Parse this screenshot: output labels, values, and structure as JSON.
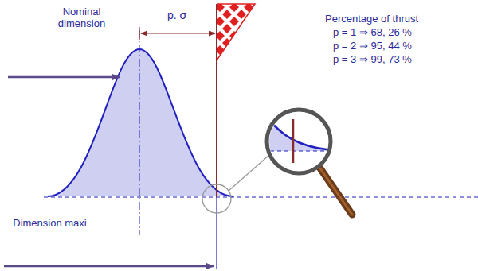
{
  "diagram": {
    "labels": [
      "p. σ",
      "Nominal dimension",
      "Dimension maxi",
      "Percentage of thrust",
      "p = 1 ⇒ 68, 26 %",
      "p = 2 ⇒ 95, 44 %",
      "p = 3 ⇒ 99, 73 %"
    ]
  }
}
